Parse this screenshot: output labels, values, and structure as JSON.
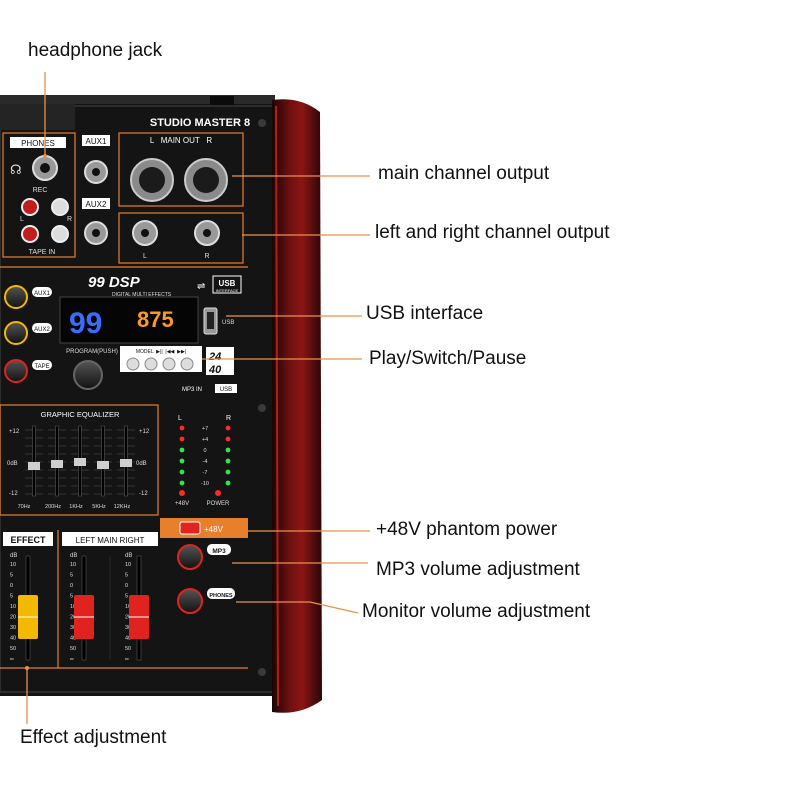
{
  "callouts": {
    "headphone_jack": "headphone jack",
    "main_channel_output": "main channel output",
    "left_right_output": "left and right channel output",
    "usb_interface": "USB interface",
    "play_switch_pause": "Play/Switch/Pause",
    "phantom_power": "+48V phantom power",
    "mp3_volume": "MP3 volume adjustment",
    "monitor_volume": "Monitor volume adjustment",
    "effect_adjustment": "Effect adjustment"
  },
  "panel": {
    "model_name": "STUDIO MASTER 8",
    "main_out_label": "L   MAIN OUT   R",
    "phones_label": "PHONES",
    "aux1_label": "AUX1",
    "aux2_label": "AUX2",
    "rec_label": "REC",
    "l_label": "L",
    "r_label": "R",
    "tape_in_label": "TAPE IN",
    "dsp_logo": "99 DSP",
    "dsp_subtitle": "DIGITAL MULTI EFFECTS",
    "usb_badge": "USB",
    "usb_badge_sub": "INTERFACE",
    "usb_port_label": "USB",
    "display_left": "99",
    "display_right": "875",
    "program_label": "PROGRAM(PUSH)",
    "knob_aux1": "AUX1",
    "knob_aux2": "AUX2",
    "knob_tape": "TAPE",
    "transport_label": "MODEL  ▶||  |◀◀  ▶▶|",
    "bits_24": "24",
    "bits_40": "40",
    "mp3_in_label": "MP3 IN",
    "mp3_usb_label": "USB",
    "geq_title": "GRAPHIC EQUALIZER",
    "geq_plus12": "+12",
    "geq_0db": "0dB",
    "geq_minus12": "-12",
    "geq_freqs": [
      "70Hz",
      "200Hz",
      "1KHz",
      "5KHz",
      "12KHz"
    ],
    "meter_l": "L",
    "meter_r": "R",
    "meter_levels": [
      "+7",
      "+4",
      "0",
      "-4",
      "-7",
      "-10"
    ],
    "led_48v": "+48V",
    "led_power": "POWER",
    "switch_48v": "+48V",
    "effect_label": "EFFECT",
    "main_label": "LEFT MAIN RIGHT",
    "knob_mp3": "MP3",
    "knob_phones": "PHONES",
    "fader_db": "dB",
    "fader_scale": [
      "10",
      "5",
      "0",
      "5",
      "10",
      "20",
      "30",
      "40",
      "50",
      "∞"
    ]
  },
  "colors": {
    "panel_bg": "#141414",
    "orange_accent": "#e87f2a",
    "side_red": "#7a1111",
    "led_green": "#2ee84a",
    "led_red": "#ff2a2a",
    "display_blue": "#3a6dff",
    "display_orange": "#ff9a1f",
    "fader_yellow": "#f2b900",
    "fader_red": "#e0231f",
    "callout_line": "#e8924a"
  }
}
